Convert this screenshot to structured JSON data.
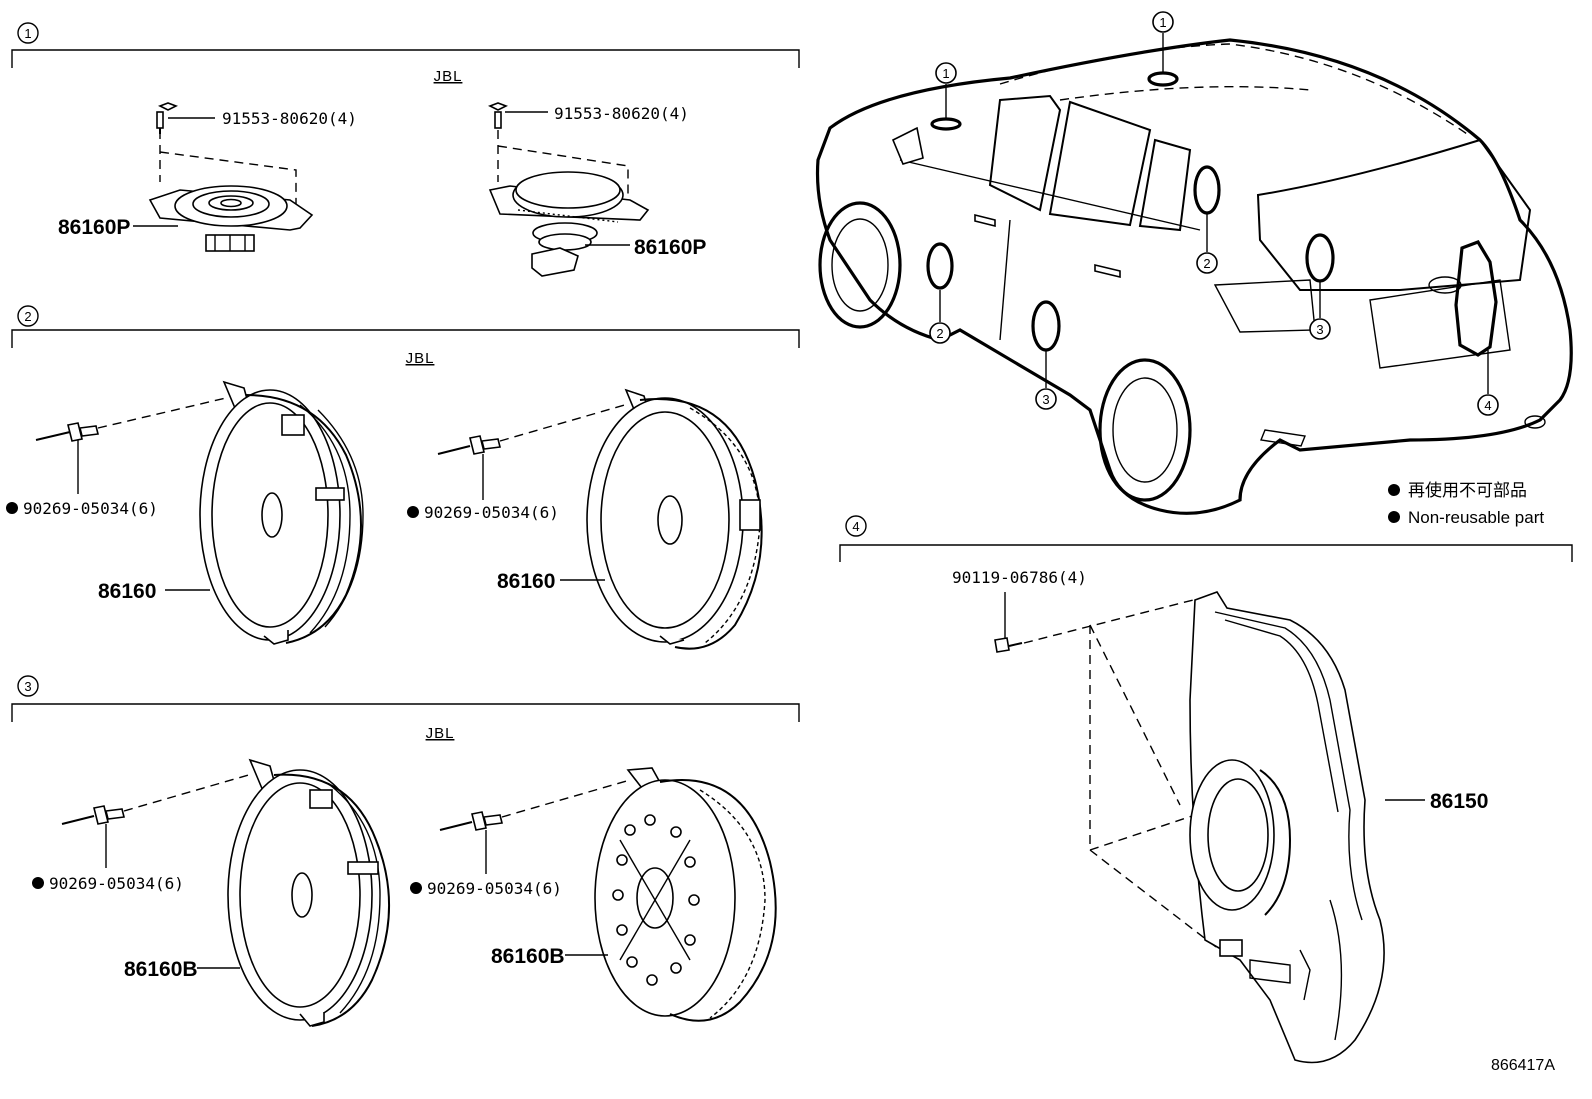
{
  "groups": [
    {
      "num": "1",
      "brand": "JBL"
    },
    {
      "num": "2",
      "brand": "JBL"
    },
    {
      "num": "3",
      "brand": "JBL"
    },
    {
      "num": "4"
    }
  ],
  "callouts": {
    "g1_left_screw": "91553-80620(4)",
    "g1_right_screw": "91553-80620(4)",
    "g1_left_part": "86160P",
    "g1_right_part": "86160P",
    "g2_left_rivet": "90269-05034(6)",
    "g2_right_rivet": "90269-05034(6)",
    "g2_left_part": "86160",
    "g2_right_part": "86160",
    "g3_left_rivet": "90269-05034(6)",
    "g3_right_rivet": "90269-05034(6)",
    "g3_left_part": "86160B",
    "g3_right_part": "86160B",
    "g4_screw": "90119-06786(4)",
    "g4_part": "86150"
  },
  "vehicle_markers": [
    "1",
    "1",
    "2",
    "2",
    "3",
    "3",
    "4"
  ],
  "legend": {
    "japanese": "再使用不可部品",
    "english": "Non-reusable part"
  },
  "diagram_code": "866417A"
}
